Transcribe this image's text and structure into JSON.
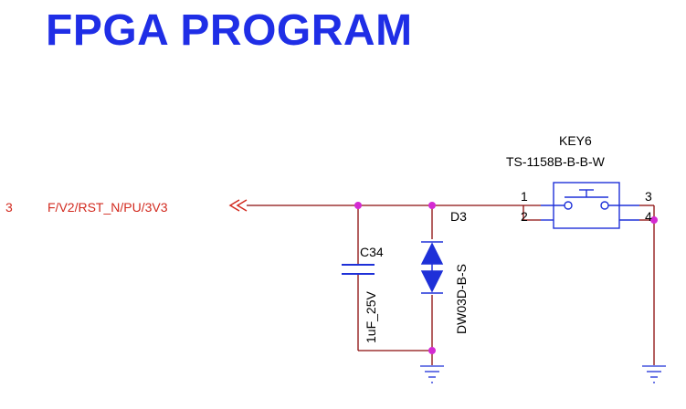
{
  "title": "FPGA PROGRAM",
  "net": {
    "pin": "3",
    "name": "F/V2/RST_N/PU/3V3"
  },
  "capacitor": {
    "ref": "C34",
    "value": "1uF_25V"
  },
  "diode": {
    "ref": "D3",
    "part": "DW03D-B-S"
  },
  "switch": {
    "ref": "KEY6",
    "part": "TS-1158B-B-B-W",
    "pins": {
      "p1": "1",
      "p2": "2",
      "p3": "3",
      "p4": "4"
    }
  },
  "colors": {
    "title": "#1f2ee6",
    "wire": "#8b0a0a",
    "net_text": "#d22a1f",
    "component": "#1e30d8",
    "junction": "#d42ad2",
    "label": "#000000"
  }
}
